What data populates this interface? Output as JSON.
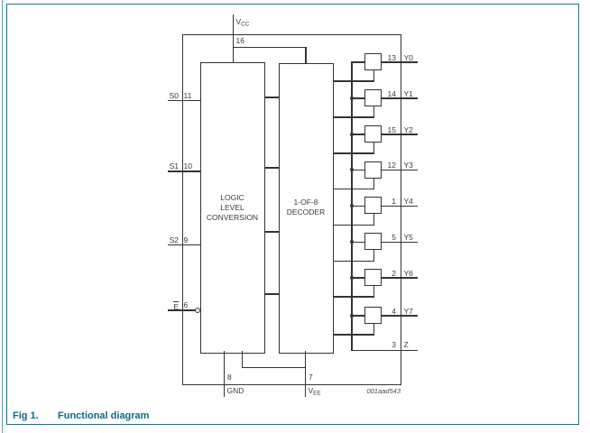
{
  "figure": {
    "label": "Fig 1.",
    "title": "Functional diagram",
    "drawing_id": "001aad543"
  },
  "blocks": {
    "conversion": {
      "lines": [
        "LOGIC",
        "LEVEL",
        "CONVERSION"
      ]
    },
    "decoder": {
      "lines": [
        "1-OF-8",
        "DECODER"
      ]
    }
  },
  "power": {
    "vcc": {
      "label": "V",
      "sub": "CC",
      "pin": "16"
    },
    "gnd": {
      "label": "GND",
      "pin": "8"
    },
    "vee": {
      "label": "V",
      "sub": "EE",
      "pin": "7"
    }
  },
  "inputs": [
    {
      "label": "S0",
      "pin": "11",
      "overline": false
    },
    {
      "label": "S1",
      "pin": "10",
      "overline": false
    },
    {
      "label": "S2",
      "pin": "9",
      "overline": false
    },
    {
      "label": "E",
      "pin": "6",
      "overline": true
    }
  ],
  "outputs": [
    {
      "pin": "13",
      "name": "Y0"
    },
    {
      "pin": "14",
      "name": "Y1"
    },
    {
      "pin": "15",
      "name": "Y2"
    },
    {
      "pin": "12",
      "name": "Y3"
    },
    {
      "pin": "1",
      "name": "Y4"
    },
    {
      "pin": "5",
      "name": "Y5"
    },
    {
      "pin": "2",
      "name": "Y6"
    },
    {
      "pin": "4",
      "name": "Y7"
    }
  ],
  "common": {
    "pin": "3",
    "name": "Z"
  },
  "colors": {
    "border": "#2b6f82",
    "caption": "#0d6a86",
    "line": "#333333"
  }
}
